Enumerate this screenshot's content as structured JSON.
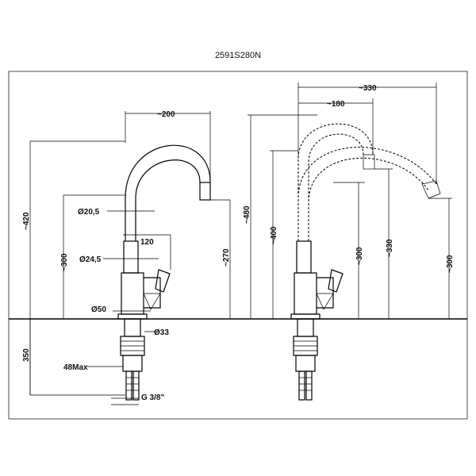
{
  "model": "2591S280N",
  "left_view": {
    "spout_reach": "~200",
    "total_height": "~420",
    "aerator_height": "~300",
    "diameter_spout": "Ø20,5",
    "diameter_body": "Ø24,5",
    "lever_reach": "120",
    "right_height": "~270",
    "base_diameter": "Ø50",
    "shank_diameter": "Ø33",
    "below_deck": "350",
    "max_deck": "48Max",
    "thread": "G 3/8\""
  },
  "right_view": {
    "max_reach": "~330",
    "reach_inner": "~180",
    "height_total": "~480",
    "height_400": "~400",
    "height_300a": "~300",
    "height_330": "~330",
    "height_300b": "~300"
  }
}
